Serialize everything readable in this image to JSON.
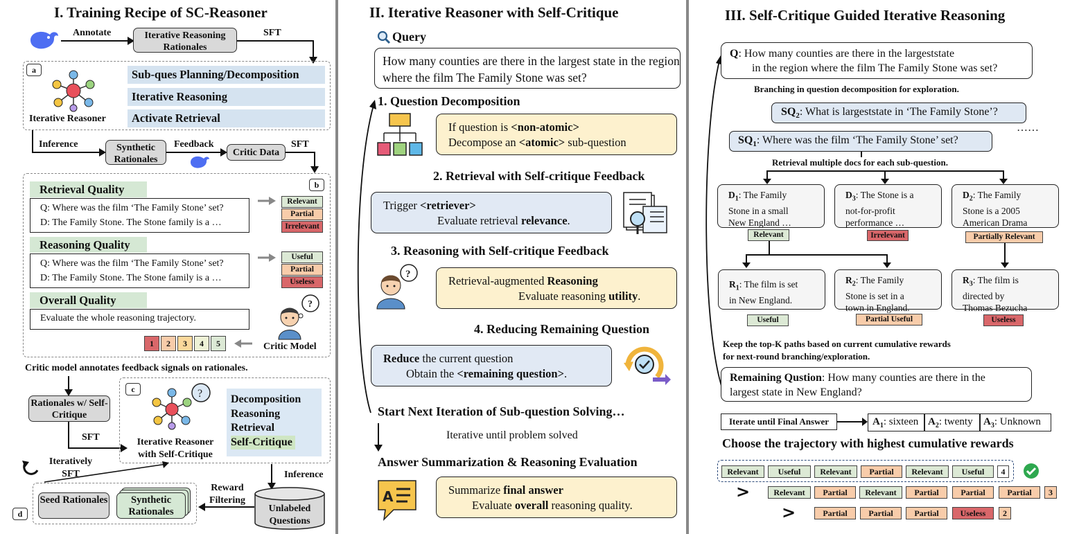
{
  "panel1": {
    "title": "I. Training Recipe of SC-Reasoner",
    "annotate": "Annotate",
    "iterative_rationales": "Iterative Reasoning Rationales",
    "sft": "SFT",
    "a": "a",
    "b": "b",
    "c": "c",
    "d": "d",
    "skills": [
      "Sub-ques Planning/Decomposition",
      "Iterative Reasoning",
      "Activate Retrieval"
    ],
    "iterative_reasoner": "Iterative Reasoner",
    "inference": "Inference",
    "synthetic_rationales": "Synthetic Rationales",
    "feedback": "Feedback",
    "critic_data": "Critic Data",
    "retrieval_quality": "Retrieval Quality",
    "rq_q": "Q: Where was the film ‘The Family Stone’ set?",
    "rq_d": "D: The Family Stone. The Stone family is a …",
    "relevant": "Relevant",
    "partial": "Partial",
    "irrelevant": "Irrelevant",
    "reasoning_quality": "Reasoning Quality",
    "useful": "Useful",
    "useless": "Useless",
    "overall_quality": "Overall Quality",
    "overall_text": "Evaluate the whole reasoning trajectory.",
    "scores": [
      "1",
      "2",
      "3",
      "4",
      "5"
    ],
    "critic_model": "Critic Model",
    "critic_annotates": "Critic model annotates feedback signals on rationales.",
    "rationales_sc": "Rationales w/ Self-Critique",
    "reasoner_sc": "Iterative Reasoner with Self-Critique",
    "abilities": [
      "Decomposition",
      "Reasoning",
      "Retrieval",
      "Self-Critique"
    ],
    "iteratively_sft": "Iteratively SFT",
    "inference2": "Inference",
    "reward_filtering": "Reward Filtering",
    "seed_rationales": "Seed Rationales",
    "synthetic_rationales2": "Synthetic Rationales",
    "unlabeled_questions": "Unlabeled Questions"
  },
  "panel2": {
    "title": "II.  Iterative Reasoner with Self-Critique",
    "query_label": "Query",
    "query_text": "How many counties are there in the largest state in the region where the film The Family Stone was set?",
    "step1": "1. Question Decomposition",
    "step1_l1a": "If question is ",
    "step1_l1b": "<non-atomic>",
    "step1_l2a": "Decompose an ",
    "step1_l2b": "<atomic>",
    "step1_l2c": " sub-question",
    "step2": "2. Retrieval with Self-critique Feedback",
    "step2_l1a": "Trigger ",
    "step2_l1b": "<retriever>",
    "step2_l2a": "Evaluate retrieval ",
    "step2_l2b": "relevance",
    "step2_l2c": ".",
    "step3": "3. Reasoning with Self-critique Feedback",
    "step3_l1a": "Retrieval-augmented ",
    "step3_l1b": "Reasoning",
    "step3_l2a": "Evaluate reasoning ",
    "step3_l2b": "utility",
    "step3_l2c": ".",
    "step4": "4. Reducing Remaining Question",
    "step4_l1a": "Reduce",
    "step4_l1b": " the current question",
    "step4_l2a": "Obtain the ",
    "step4_l2b": "<remaining question>",
    "step4_l2c": ".",
    "next_iter": "Start Next Iteration of Sub-question Solving…",
    "iterative_until": "Iterative until problem solved",
    "answer_summ": "Answer Summarization & Reasoning Evaluation",
    "final_l1a": "Summarize ",
    "final_l1b": "final answer",
    "final_l2a": "Evaluate ",
    "final_l2b": "overall",
    "final_l2c": " reasoning quality."
  },
  "panel3": {
    "title": "III. Self-Critique Guided Iterative Reasoning",
    "q_label": "Q",
    "q_line1": ": How many counties are there in the largeststate",
    "q_line2": "in the region where the film The Family Stone was set?",
    "branching": "Branching in question decomposition for exploration.",
    "sq2_label": "SQ",
    "sq2_sub": "2",
    "sq2_text": ":  What is largeststate in ‘The Family Stone’?",
    "sq1_label": "SQ",
    "sq1_sub": "1",
    "sq1_text": ":  Where was the film ‘The Family Stone’ set?",
    "dots": "……",
    "retrieval_multi": "Retrieval multiple docs for each sub-question.",
    "docs": [
      {
        "label": "D",
        "sub": "1",
        "text1": ":  The Family",
        "text2": "Stone in a small",
        "text3": "New England …",
        "tag": "Relevant"
      },
      {
        "label": "D",
        "sub": "3",
        "text1": ": The Stone is a",
        "text2": "not-for-profit",
        "text3": "performance …",
        "tag": "Irrelevant"
      },
      {
        "label": "D",
        "sub": "2",
        "text1": ":  The Family",
        "text2": "Stone is a 2005",
        "text3": "American Drama",
        "tag": "Partially Relevant"
      }
    ],
    "reasons": [
      {
        "label": "R",
        "sub": "1",
        "text1": ":  The film is set",
        "text2": "in New England.",
        "text3": "",
        "tag": "Useful"
      },
      {
        "label": "R",
        "sub": "2",
        "text1": ":  The Family",
        "text2": "Stone is set in a",
        "text3": "town in England.",
        "tag": "Partial Useful"
      },
      {
        "label": "R",
        "sub": "3",
        "text1": ":  The film is",
        "text2": "directed by",
        "text3": "Thomas Bezucha",
        "tag": "Useless"
      }
    ],
    "keep_top": "Keep the top-K paths based on current cumulative rewards",
    "keep_top2": "for next-round branching/exploration.",
    "remaining_label": "Remaining Qustion",
    "remaining_text1": ": How many counties are there in the",
    "remaining_text2": "largest state in New England?",
    "iterate_until": "Iterate until Final Answer",
    "answers": [
      {
        "label": "A",
        "sub": "1",
        "text": ": sixteen"
      },
      {
        "label": "A",
        "sub": "2",
        "text": ": twenty"
      },
      {
        "label": "A",
        "sub": "3",
        "text": ": Unknown"
      }
    ],
    "choose": "Choose the trajectory with highest cumulative rewards",
    "row1": [
      "Relevant",
      "Useful",
      "Relevant",
      "Partial",
      "Relevant",
      "Useful",
      "4"
    ],
    "row2": [
      "Relevant",
      "Partial",
      "Relevant",
      "Partial",
      "Partial",
      "Partial",
      "3"
    ],
    "row3": [
      "Partial",
      "Partial",
      "Partial",
      "Useless",
      "2"
    ],
    "gt": ">"
  },
  "colors": {
    "green_tag": "#dce9d5",
    "orange_tag": "#f8ccaa",
    "red_tag": "#d9676a",
    "yellow_box": "#fdf1ce",
    "blue_box": "#e1e9f4"
  }
}
